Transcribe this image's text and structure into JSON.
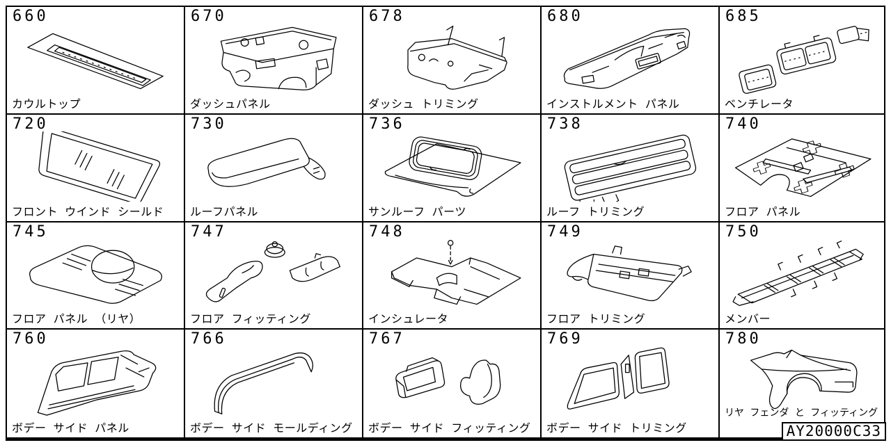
{
  "page": {
    "kind": "parts-catalog-section-index",
    "background_color": "#ffffff",
    "line_color": "#000000"
  },
  "footer": {
    "code": "AY20000C33"
  },
  "grid": {
    "rows": 4,
    "columns": 5,
    "cells": [
      {
        "number": "660",
        "label": "カウルトップ",
        "drawing": "cowl-top"
      },
      {
        "number": "670",
        "label": "ダッシュパネル",
        "drawing": "dash-panel"
      },
      {
        "number": "678",
        "label": "ダッシュ トリミング",
        "drawing": "dash-trimming"
      },
      {
        "number": "680",
        "label": "インストルメント パネル",
        "drawing": "instrument-panel"
      },
      {
        "number": "685",
        "label": "ベンチレータ",
        "drawing": "ventilator"
      },
      {
        "number": "720",
        "label": "フロント ウインド シールド",
        "drawing": "front-windshield"
      },
      {
        "number": "730",
        "label": "ルーフパネル",
        "drawing": "roof-panel"
      },
      {
        "number": "736",
        "label": "サンルーフ パーツ",
        "drawing": "sunroof-parts"
      },
      {
        "number": "738",
        "label": "ルーフ トリミング",
        "drawing": "roof-trimming"
      },
      {
        "number": "740",
        "label": "フロア パネル",
        "drawing": "floor-panel"
      },
      {
        "number": "745",
        "label": "フロア パネル （リヤ）",
        "drawing": "floor-panel-rear"
      },
      {
        "number": "747",
        "label": "フロア フィッティング",
        "drawing": "floor-fitting"
      },
      {
        "number": "748",
        "label": "インシュレータ",
        "drawing": "insulator"
      },
      {
        "number": "749",
        "label": "フロア トリミング",
        "drawing": "floor-trimming"
      },
      {
        "number": "750",
        "label": "メンバー",
        "drawing": "member"
      },
      {
        "number": "760",
        "label": "ボデー サイド パネル",
        "drawing": "body-side-panel"
      },
      {
        "number": "766",
        "label": "ボデー サイド モールディング",
        "drawing": "body-side-molding"
      },
      {
        "number": "767",
        "label": "ボデー サイド フィッティング",
        "drawing": "body-side-fitting"
      },
      {
        "number": "769",
        "label": "ボデー サイド トリミング",
        "drawing": "body-side-trimming"
      },
      {
        "number": "780",
        "label": "リヤ フェンダ と フィッティング",
        "drawing": "rear-fender-and-fitting"
      }
    ]
  }
}
